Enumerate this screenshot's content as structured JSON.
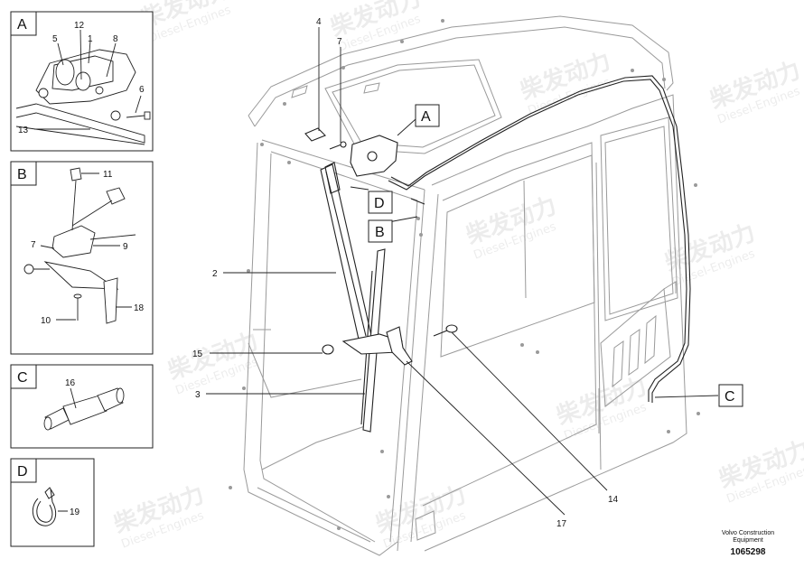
{
  "watermark": {
    "brand_cn": "柴发动力",
    "brand_en": "Diesel-Engines"
  },
  "inset_panels": [
    {
      "letter": "A",
      "callouts": [
        "5",
        "12",
        "1",
        "8",
        "6",
        "13"
      ]
    },
    {
      "letter": "B",
      "callouts": [
        "11",
        "7",
        "9",
        "10",
        "18"
      ]
    },
    {
      "letter": "C",
      "callouts": [
        "16"
      ]
    },
    {
      "letter": "D",
      "callouts": [
        "19"
      ]
    }
  ],
  "main_callouts": [
    "4",
    "7",
    "2",
    "15",
    "3",
    "17",
    "14"
  ],
  "detail_tags": [
    "A",
    "D",
    "B",
    "C"
  ],
  "footer": {
    "company": "Volvo Construction",
    "company2": "Equipment",
    "part_number": "1065298"
  }
}
